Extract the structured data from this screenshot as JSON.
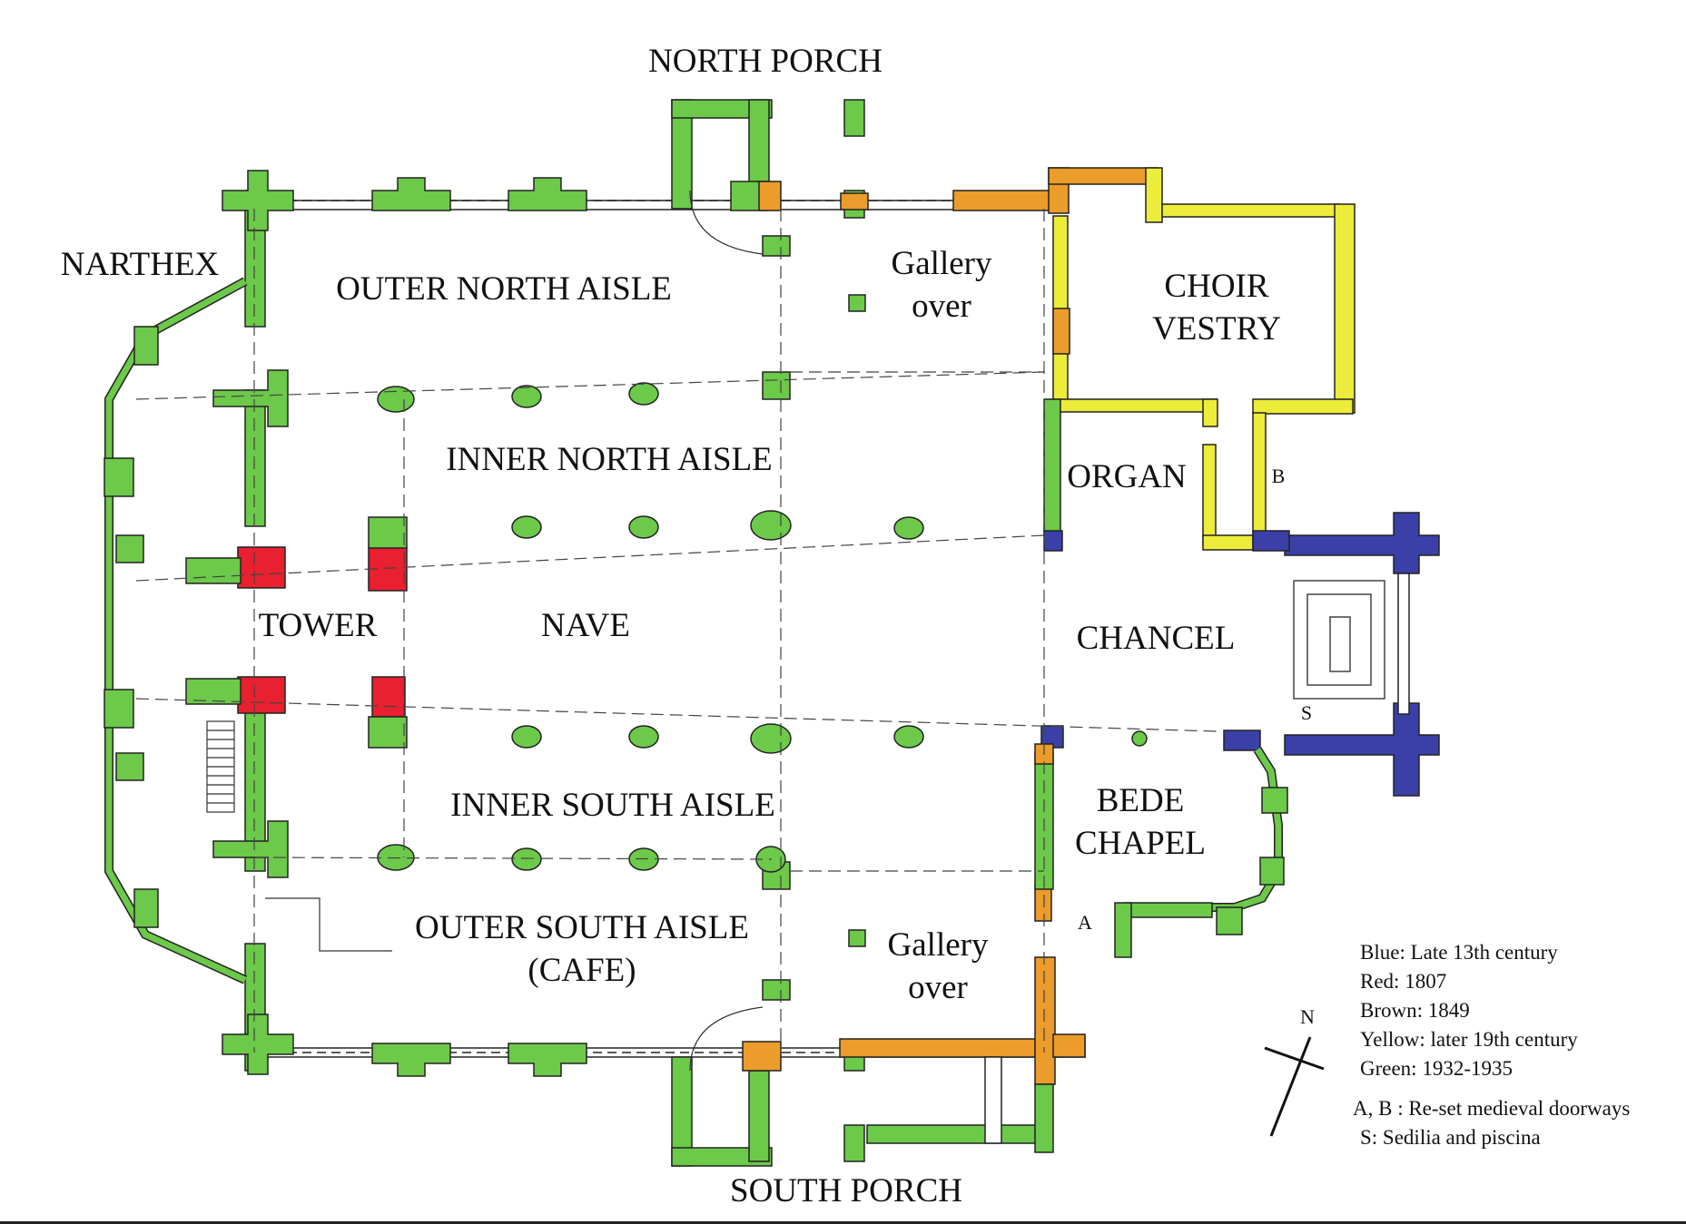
{
  "labels": {
    "north_porch": "NORTH PORCH",
    "south_porch": "SOUTH PORCH",
    "narthex": "NARTHEX",
    "outer_north_aisle": "OUTER NORTH AISLE",
    "gallery_north": [
      "Gallery",
      "over"
    ],
    "choir_vestry": [
      "CHOIR",
      "VESTRY"
    ],
    "inner_north_aisle": "INNER NORTH AISLE",
    "organ": "ORGAN",
    "tower": "TOWER",
    "nave": "NAVE",
    "chancel": "CHANCEL",
    "inner_south_aisle": "INNER SOUTH AISLE",
    "bede_chapel": [
      "BEDE",
      "CHAPEL"
    ],
    "outer_south_aisle": [
      "OUTER SOUTH AISLE",
      "(CAFE)"
    ],
    "gallery_south": [
      "Gallery",
      "over"
    ],
    "door_a": "A",
    "door_b": "B",
    "sedilia": "S",
    "north": "N"
  },
  "legend": {
    "entries": [
      "Blue: Late 13th century",
      "Red: 1807",
      "Brown: 1849",
      "Yellow: later 19th century",
      "Green: 1932-1935"
    ],
    "notes": [
      "A, B : Re-set medieval doorways",
      "S:  Sedilia and piscina"
    ]
  },
  "colors": {
    "blue": "#3b3fa8",
    "red": "#e8202f",
    "brown": "#eb9c2a",
    "yellow": "#ecec3a",
    "green": "#6cc949",
    "outline": "#222222"
  }
}
